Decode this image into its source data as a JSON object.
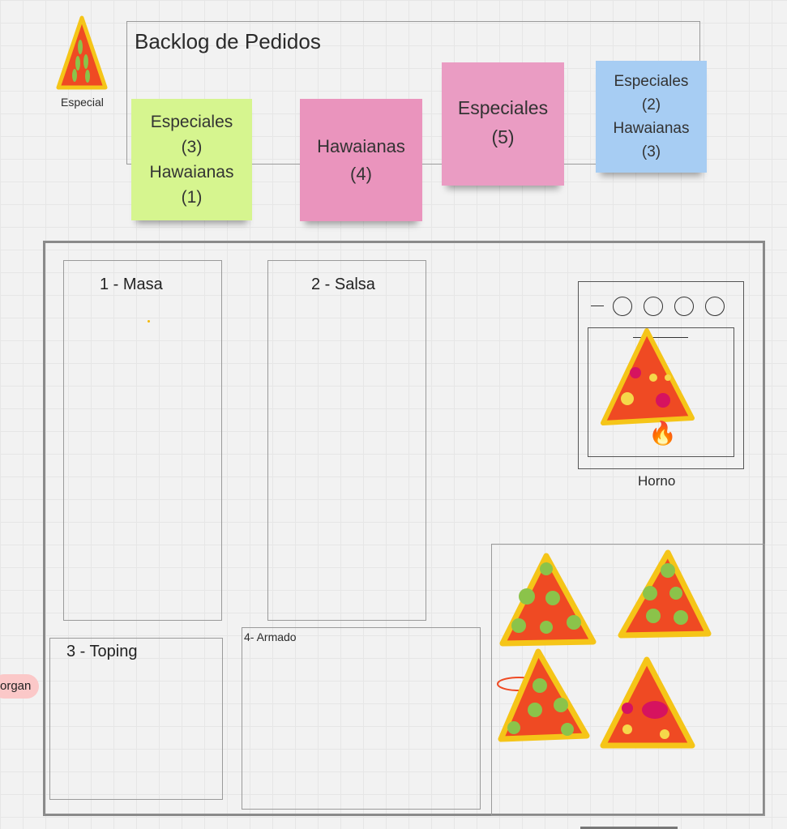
{
  "legend": {
    "label": "Especial"
  },
  "backlog": {
    "title": "Backlog de Pedidos",
    "notes": [
      {
        "lines": [
          "Especiales",
          "(3)",
          "Hawaianas",
          "(1)"
        ],
        "color": "#d6f58f"
      },
      {
        "lines": [
          "Hawaianas",
          "(4)"
        ],
        "color": "#ea94bd"
      },
      {
        "lines": [
          "Especiales",
          "(5)"
        ],
        "color": "#ea9cc3"
      },
      {
        "lines": [
          "Especiales",
          "(2)",
          "Hawaianas",
          "(3)"
        ],
        "color": "#a7cdf3"
      }
    ]
  },
  "stations": {
    "masa": "1 - Masa",
    "salsa": "2 - Salsa",
    "toping": "3 - Toping",
    "armado": "4- Armado",
    "horno": "Horno"
  },
  "cursor": {
    "name": "organ"
  },
  "colors": {
    "crust": "#f5c518",
    "sauce": "#ef4a23",
    "basil": "#8bc34a",
    "ham": "#d6135f"
  }
}
